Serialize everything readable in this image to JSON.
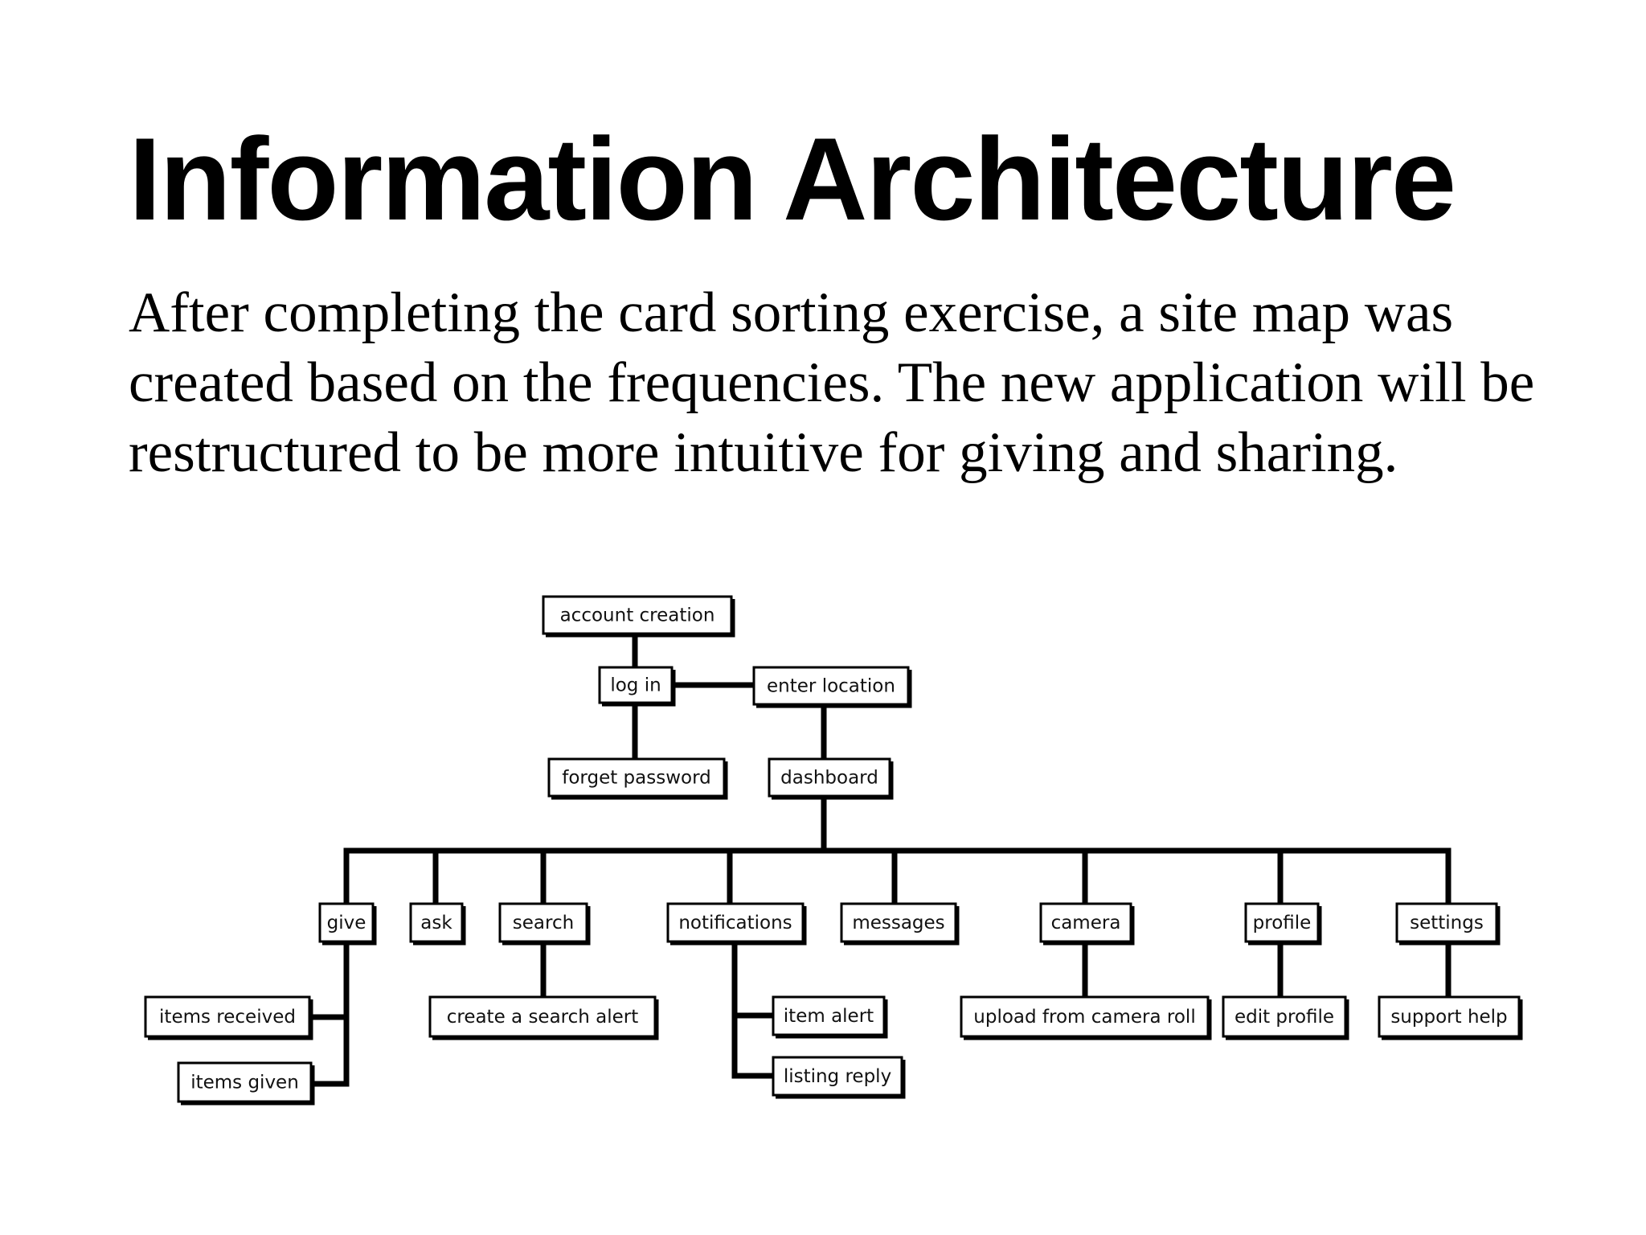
{
  "slide": {
    "title": "Information Architecture",
    "description": "After completing the card sorting exercise, a site map was created based on the frequencies. The new application will be restructured to be more intuitive for giving and sharing."
  },
  "sitemap": {
    "nodes": [
      {
        "id": "account-creation",
        "label": "account creation"
      },
      {
        "id": "log-in",
        "label": "log in"
      },
      {
        "id": "enter-location",
        "label": "enter location"
      },
      {
        "id": "forget-password",
        "label": "forget password"
      },
      {
        "id": "dashboard",
        "label": "dashboard"
      },
      {
        "id": "give",
        "label": "give"
      },
      {
        "id": "ask",
        "label": "ask"
      },
      {
        "id": "search",
        "label": "search"
      },
      {
        "id": "notifications",
        "label": "notifications"
      },
      {
        "id": "messages",
        "label": "messages"
      },
      {
        "id": "camera",
        "label": "camera"
      },
      {
        "id": "profile",
        "label": "profile"
      },
      {
        "id": "settings",
        "label": "settings"
      },
      {
        "id": "items-received",
        "label": "items received"
      },
      {
        "id": "items-given",
        "label": "items given"
      },
      {
        "id": "create-a-search-alert",
        "label": "create a search alert"
      },
      {
        "id": "item-alert",
        "label": "item alert"
      },
      {
        "id": "listing-reply",
        "label": "listing reply"
      },
      {
        "id": "upload-from-camera-roll",
        "label": "upload from camera roll"
      },
      {
        "id": "edit-profile",
        "label": "edit profile"
      },
      {
        "id": "support-help",
        "label": "support help"
      }
    ],
    "edges": [
      {
        "from": "account-creation",
        "to": "log-in"
      },
      {
        "from": "log-in",
        "to": "forget-password"
      },
      {
        "from": "log-in",
        "to": "enter-location"
      },
      {
        "from": "enter-location",
        "to": "dashboard"
      },
      {
        "from": "dashboard",
        "to": "give"
      },
      {
        "from": "dashboard",
        "to": "ask"
      },
      {
        "from": "dashboard",
        "to": "search"
      },
      {
        "from": "dashboard",
        "to": "notifications"
      },
      {
        "from": "dashboard",
        "to": "messages"
      },
      {
        "from": "dashboard",
        "to": "camera"
      },
      {
        "from": "dashboard",
        "to": "profile"
      },
      {
        "from": "dashboard",
        "to": "settings"
      },
      {
        "from": "give",
        "to": "items-received"
      },
      {
        "from": "give",
        "to": "items-given"
      },
      {
        "from": "search",
        "to": "create-a-search-alert"
      },
      {
        "from": "notifications",
        "to": "item-alert"
      },
      {
        "from": "notifications",
        "to": "listing-reply"
      },
      {
        "from": "camera",
        "to": "upload-from-camera-roll"
      },
      {
        "from": "profile",
        "to": "edit-profile"
      },
      {
        "from": "settings",
        "to": "support-help"
      }
    ]
  }
}
